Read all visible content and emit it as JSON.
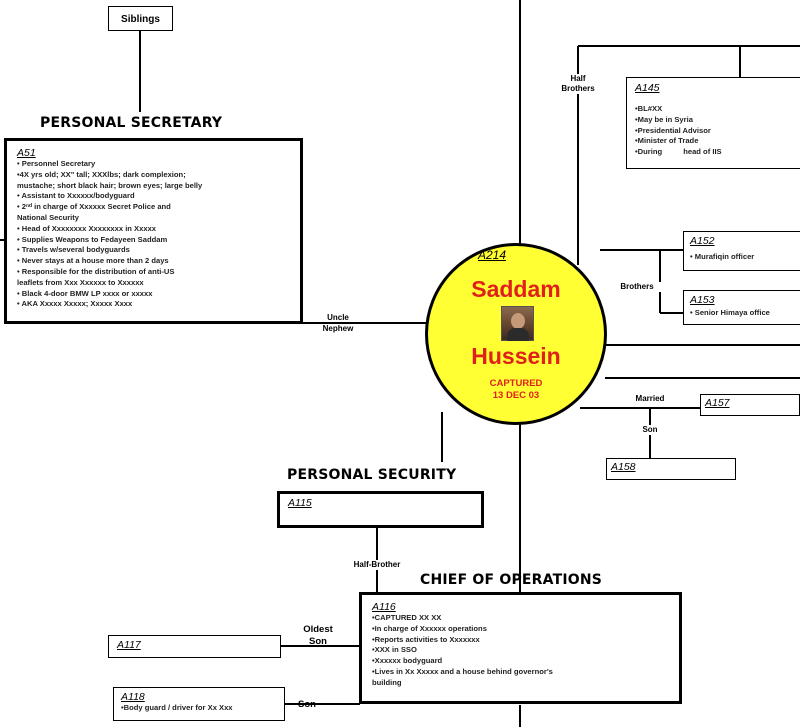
{
  "siblings_label": "Siblings",
  "personal_secretary": {
    "heading": "PERSONAL SECRETARY",
    "ref": "A51",
    "bullets": [
      "• Personnel Secretary",
      "•4X yrs old; XX\" tall; XXXlbs; dark complexion;",
      "mustache; short black hair; brown eyes; large belly",
      "• Assistant to Xxxxxx/bodyguard",
      "• 2ⁿᵈ in charge of Xxxxxx Secret Police and",
      "National Security",
      "• Head of Xxxxxxxx Xxxxxxxx in Xxxxx",
      "• Supplies Weapons to Fedayeen Saddam",
      "• Travels w/several bodyguards",
      "• Never stays at a house more than 2 days",
      "• Responsible for the distribution of anti-US",
      "leaflets from Xxx Xxxxxx to Xxxxxx",
      "• Black 4-door BMW LP xxxx or xxxxx",
      "• AKA Xxxxx Xxxxx; Xxxxx Xxxx"
    ]
  },
  "uncle_label": "Uncle",
  "nephew_label": "Nephew",
  "center": {
    "ref": "A214",
    "first_name": "Saddam",
    "last_name": "Hussein",
    "status": "CAPTURED",
    "date": "13 DEC 03",
    "fill_color": "#ffff33",
    "name_color": "#e0211b"
  },
  "half_brothers_label": "Half\nBrothers",
  "a145": {
    "ref": "A145",
    "bullets": [
      "•BL#XX",
      "•May be in Syria",
      "•Presidential Advisor",
      "•Minister of Trade",
      "•During          head of IIS"
    ]
  },
  "brothers_label": "Brothers",
  "a152": {
    "ref": "A152",
    "bullets": [
      "• Murafiqin officer"
    ]
  },
  "a153": {
    "ref": "A153",
    "bullets": [
      "• Senior Himaya office"
    ]
  },
  "married_label": "Married",
  "a157": {
    "ref": "A157"
  },
  "son_label_right": "Son",
  "a158": {
    "ref": "A158"
  },
  "personal_security": {
    "heading": "PERSONAL SECURITY",
    "ref": "A115"
  },
  "half_brother_label": "Half-Brother",
  "chief_of_operations": {
    "heading": "CHIEF OF OPERATIONS",
    "ref": "A116",
    "bullets": [
      "•CAPTURED XX XX",
      "•In charge of Xxxxxx operations",
      "•Reports activities to Xxxxxxx",
      "•XXX in SSO",
      "•Xxxxxx bodyguard",
      "•Lives in Xx Xxxxx and a house behind governor's",
      "building"
    ]
  },
  "oldest_son_label": "Oldest\nSon",
  "a117": {
    "ref": "A117"
  },
  "a118": {
    "ref": "A118",
    "bullets": [
      "•Body guard / driver for Xx Xxx"
    ]
  },
  "son_label_bottom": "Son"
}
